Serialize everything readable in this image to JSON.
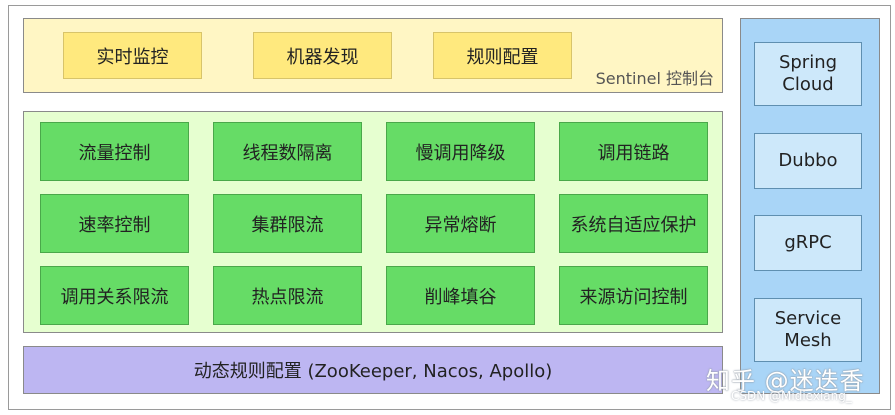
{
  "sentinel": {
    "items": [
      "实时监控",
      "机器发现",
      "规则配置"
    ],
    "label": "Sentinel 控制台"
  },
  "features": {
    "rows": [
      [
        "流量控制",
        "线程数隔离",
        "慢调用降级",
        "调用链路"
      ],
      [
        "速率控制",
        "集群限流",
        "异常熔断",
        "系统自适应保护"
      ],
      [
        "调用关系限流",
        "热点限流",
        "削峰填谷",
        "来源访问控制"
      ]
    ]
  },
  "dynamic": {
    "label": "动态规则配置 (ZooKeeper, Nacos, Apollo)"
  },
  "frameworks": {
    "items": [
      "Spring\nCloud",
      "Dubbo",
      "gRPC",
      "Service\nMesh"
    ]
  },
  "watermark": {
    "main": "知乎 @迷迭香",
    "sub": "CSDN @Midiexiang_"
  },
  "colors": {
    "sentinel_bg": "#fff6c4",
    "sentinel_box": "#ffe97e",
    "feature_bg": "#e6ffd0",
    "feature_box": "#66dc66",
    "dynamic_bg": "#bdb6f2",
    "framework_bg": "#a9d5f7",
    "framework_box": "#cde8fa"
  }
}
